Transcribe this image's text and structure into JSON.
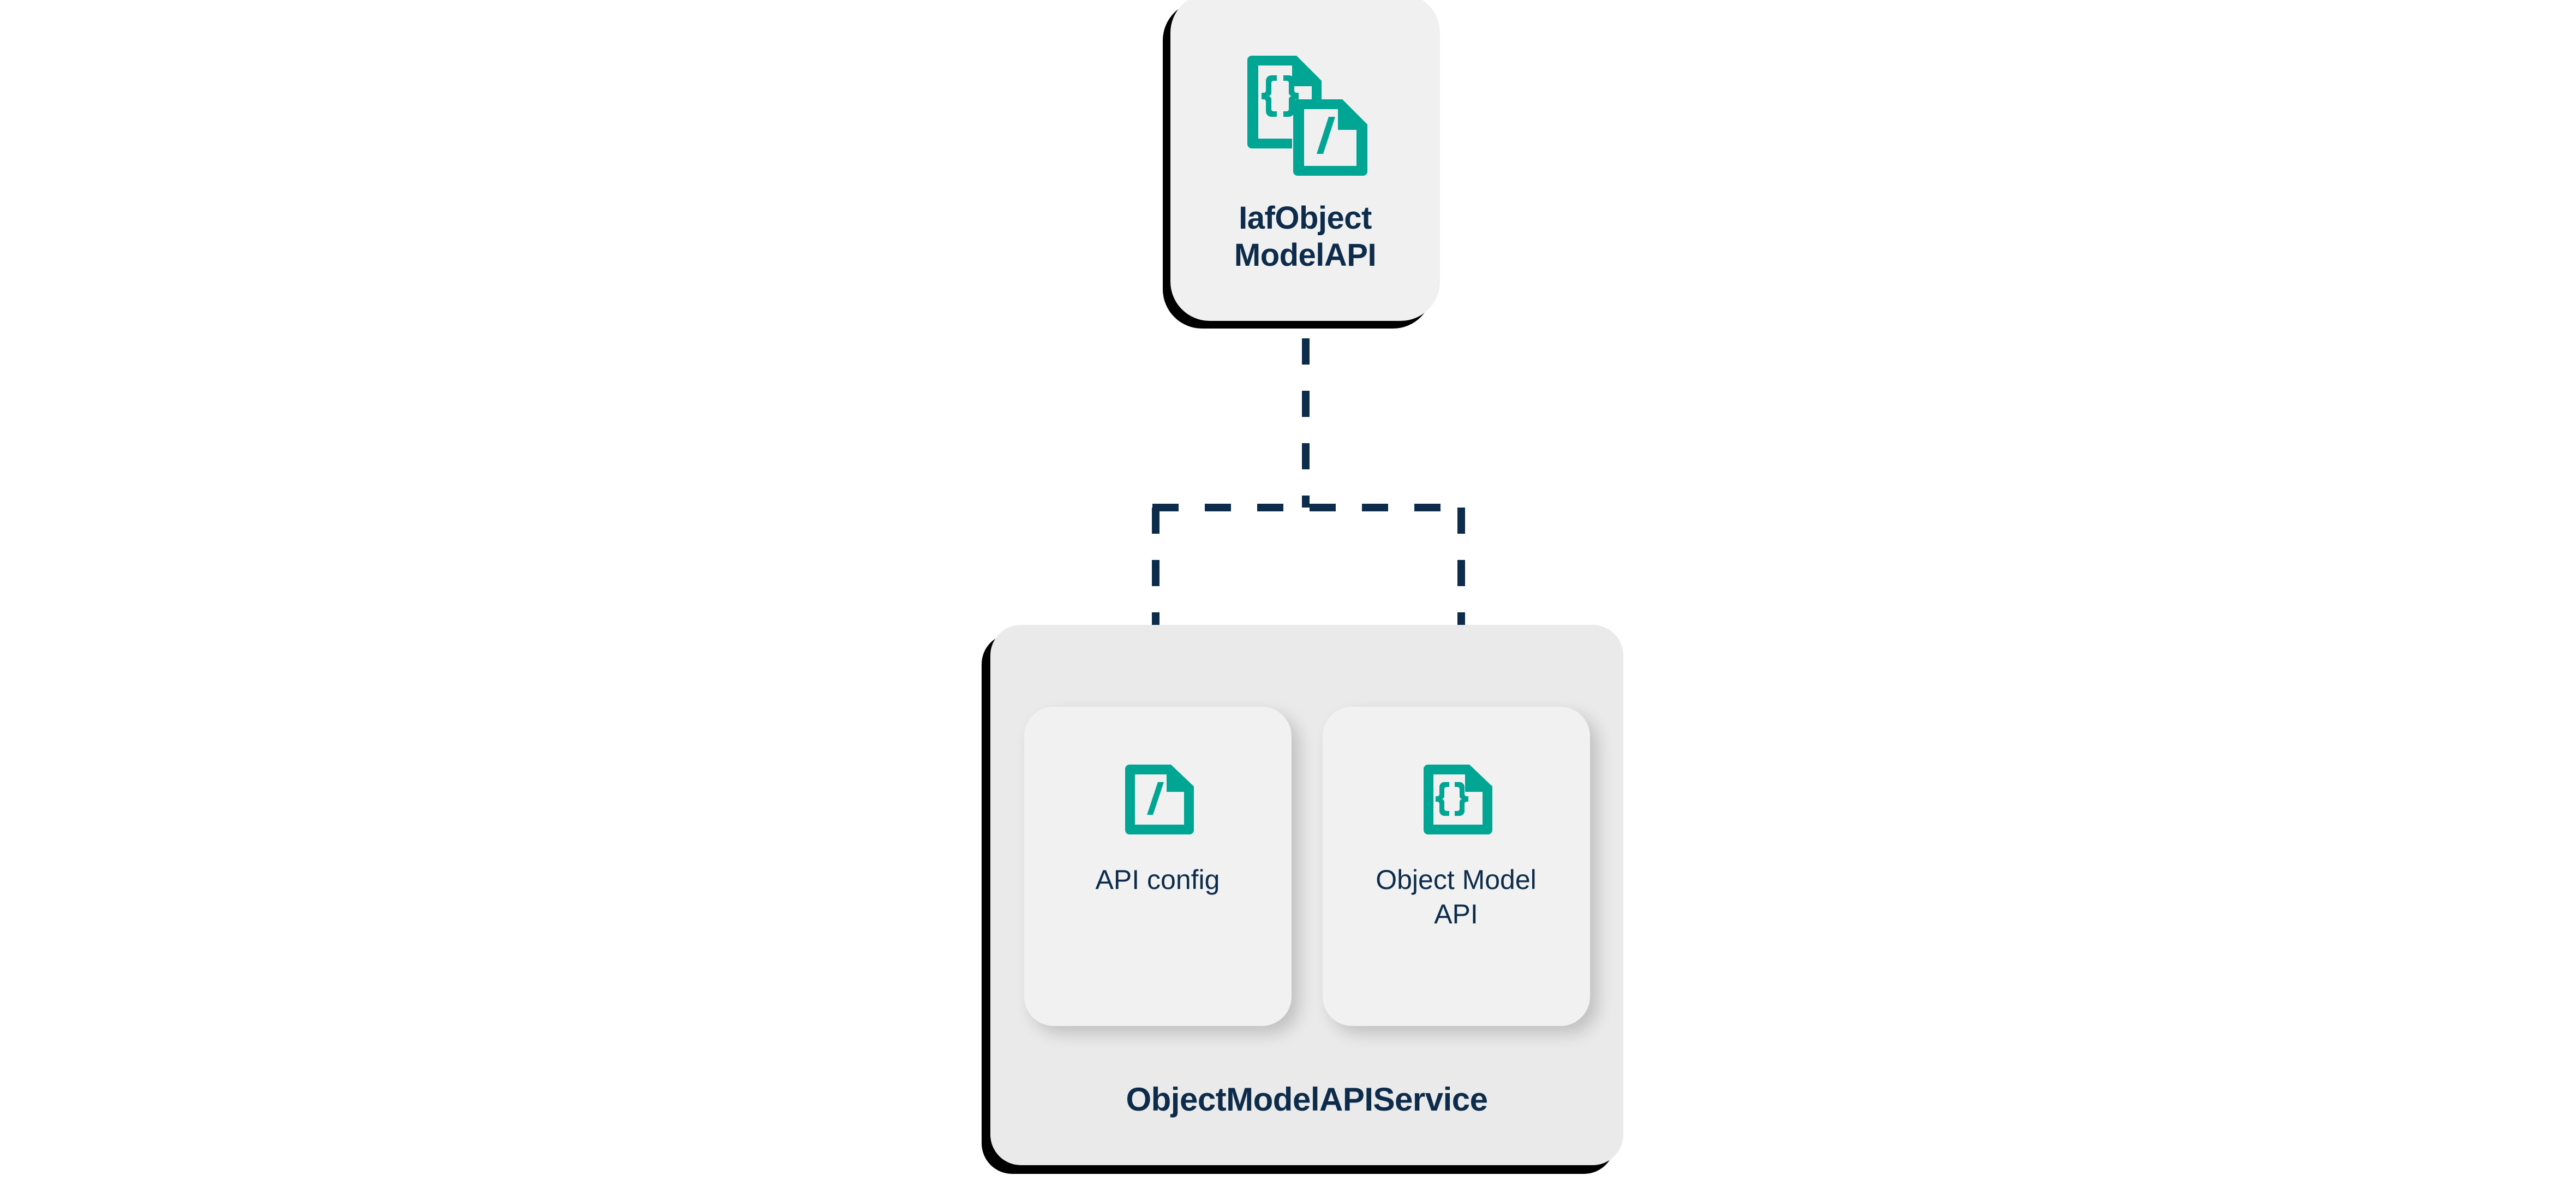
{
  "diagram": {
    "colors": {
      "accent_teal": "#00a693",
      "text_navy": "#0d2c4b",
      "node_surface": "#f0f0f0",
      "container_surface": "#eaeaea",
      "card_surface": "#f1f1f1",
      "shadow": "#000000",
      "background": "#ffffff"
    },
    "top_node": {
      "label": "IafObject\nModelAPI",
      "icon": "dual-document-json-slash-icon"
    },
    "connector": {
      "style": "dashed",
      "color": "#0d2c4b",
      "arrow_count": 2,
      "description": "dashed line from IafObjectModelAPI splitting into two downward arrows"
    },
    "service": {
      "title": "ObjectModelAPIService",
      "cards": [
        {
          "label": "API config",
          "icon": "document-slash-icon"
        },
        {
          "label": "Object Model\nAPI",
          "icon": "document-braces-icon"
        }
      ]
    }
  }
}
